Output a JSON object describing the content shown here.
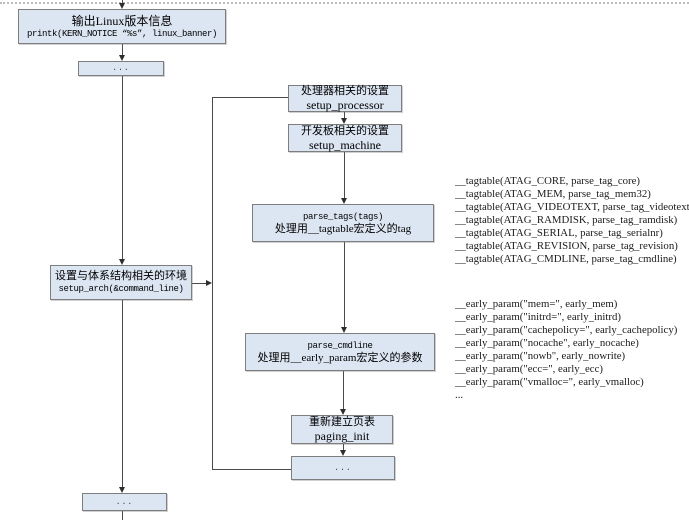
{
  "nodes": {
    "banner": {
      "line1": "输出Linux版本信息",
      "line2": "printk(KERN_NOTICE “%s”, linux_banner)"
    },
    "ellipsis_top": {
      "label": "..."
    },
    "setup_arch": {
      "line1": "设置与体系结构相关的环境",
      "line2": "setup_arch(&command_line)"
    },
    "setup_processor": {
      "line1": "处理器相关的设置",
      "line2": "setup_processor"
    },
    "setup_machine": {
      "line1": "开发板相关的设置",
      "line2": "setup_machine"
    },
    "parse_tags": {
      "line1": "parse_tags(tags)",
      "line2": "处理用__tagtable宏定义的tag"
    },
    "parse_cmdline": {
      "line1": "parse_cmdline",
      "line2": "处理用__early_param宏定义的参数"
    },
    "paging_init": {
      "line1": "重新建立页表",
      "line2": "paging_init"
    },
    "ellipsis_right": {
      "label": "..."
    },
    "ellipsis_bottom": {
      "label": "..."
    }
  },
  "annotations": {
    "tagtable": [
      "__tagtable(ATAG_CORE, parse_tag_core)",
      "__tagtable(ATAG_MEM, parse_tag_mem32)",
      "__tagtable(ATAG_VIDEOTEXT, parse_tag_videotext)",
      "__tagtable(ATAG_RAMDISK, parse_tag_ramdisk)",
      "__tagtable(ATAG_SERIAL, parse_tag_serialnr)",
      "__tagtable(ATAG_REVISION, parse_tag_revision)",
      "__tagtable(ATAG_CMDLINE, parse_tag_cmdline)"
    ],
    "early_param": [
      "__early_param(\"mem=\", early_mem)",
      "__early_param(\"initrd=\", early_initrd)",
      "__early_param(\"cachepolicy=\", early_cachepolicy)",
      "__early_param(\"nocache\", early_nocache)",
      "__early_param(\"nowb\", early_nowrite)",
      "__early_param(\"ecc=\", early_ecc)",
      "__early_param(\"vmalloc=\", early_vmalloc)",
      "..."
    ]
  },
  "colors": {
    "box_fill": "#dce6f2",
    "box_border": "#7e7e7e",
    "connector": "#4a4a4a",
    "dotted_rule": "#bdbdbd"
  }
}
